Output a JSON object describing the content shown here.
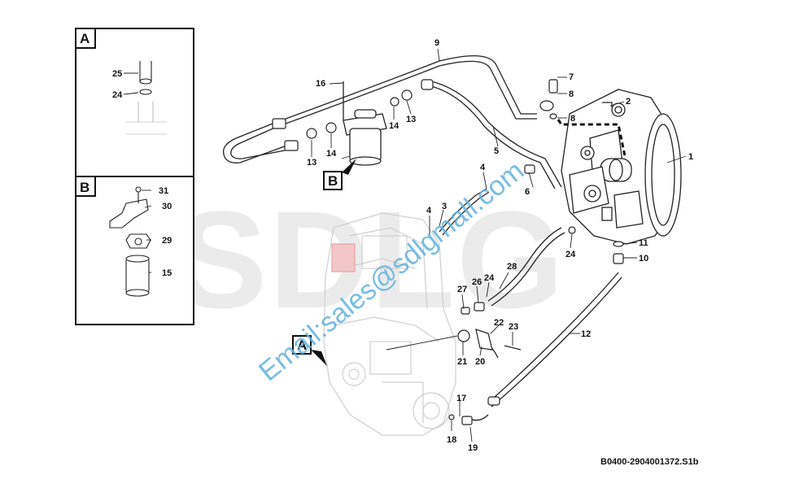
{
  "watermark": {
    "brand": "SDLG",
    "email": "Email:sales@sdlgmall.com"
  },
  "detail_boxes": {
    "a": "A",
    "b": "B"
  },
  "view_labels": {
    "a": "A",
    "b": "B"
  },
  "callouts": {
    "n1": "1",
    "n2": "2",
    "n3": "3",
    "n4a": "4",
    "n4b": "4",
    "n5": "5",
    "n6": "6",
    "n7": "7",
    "n8a": "8",
    "n8b": "8",
    "n9": "9",
    "n10": "10",
    "n11": "11",
    "n12": "12",
    "n13a": "13",
    "n13b": "13",
    "n14a": "14",
    "n14b": "14",
    "n15": "15",
    "n16": "16",
    "n17": "17",
    "n18": "18",
    "n19": "19",
    "n20": "20",
    "n21": "21",
    "n22": "22",
    "n23": "23",
    "n24a": "24",
    "n24b": "24",
    "n24c": "24",
    "n25": "25",
    "n26": "26",
    "n27": "27",
    "n28": "28",
    "n29": "29",
    "n30": "30",
    "n31": "31"
  },
  "reference": "B0400-2904001372.S1b"
}
